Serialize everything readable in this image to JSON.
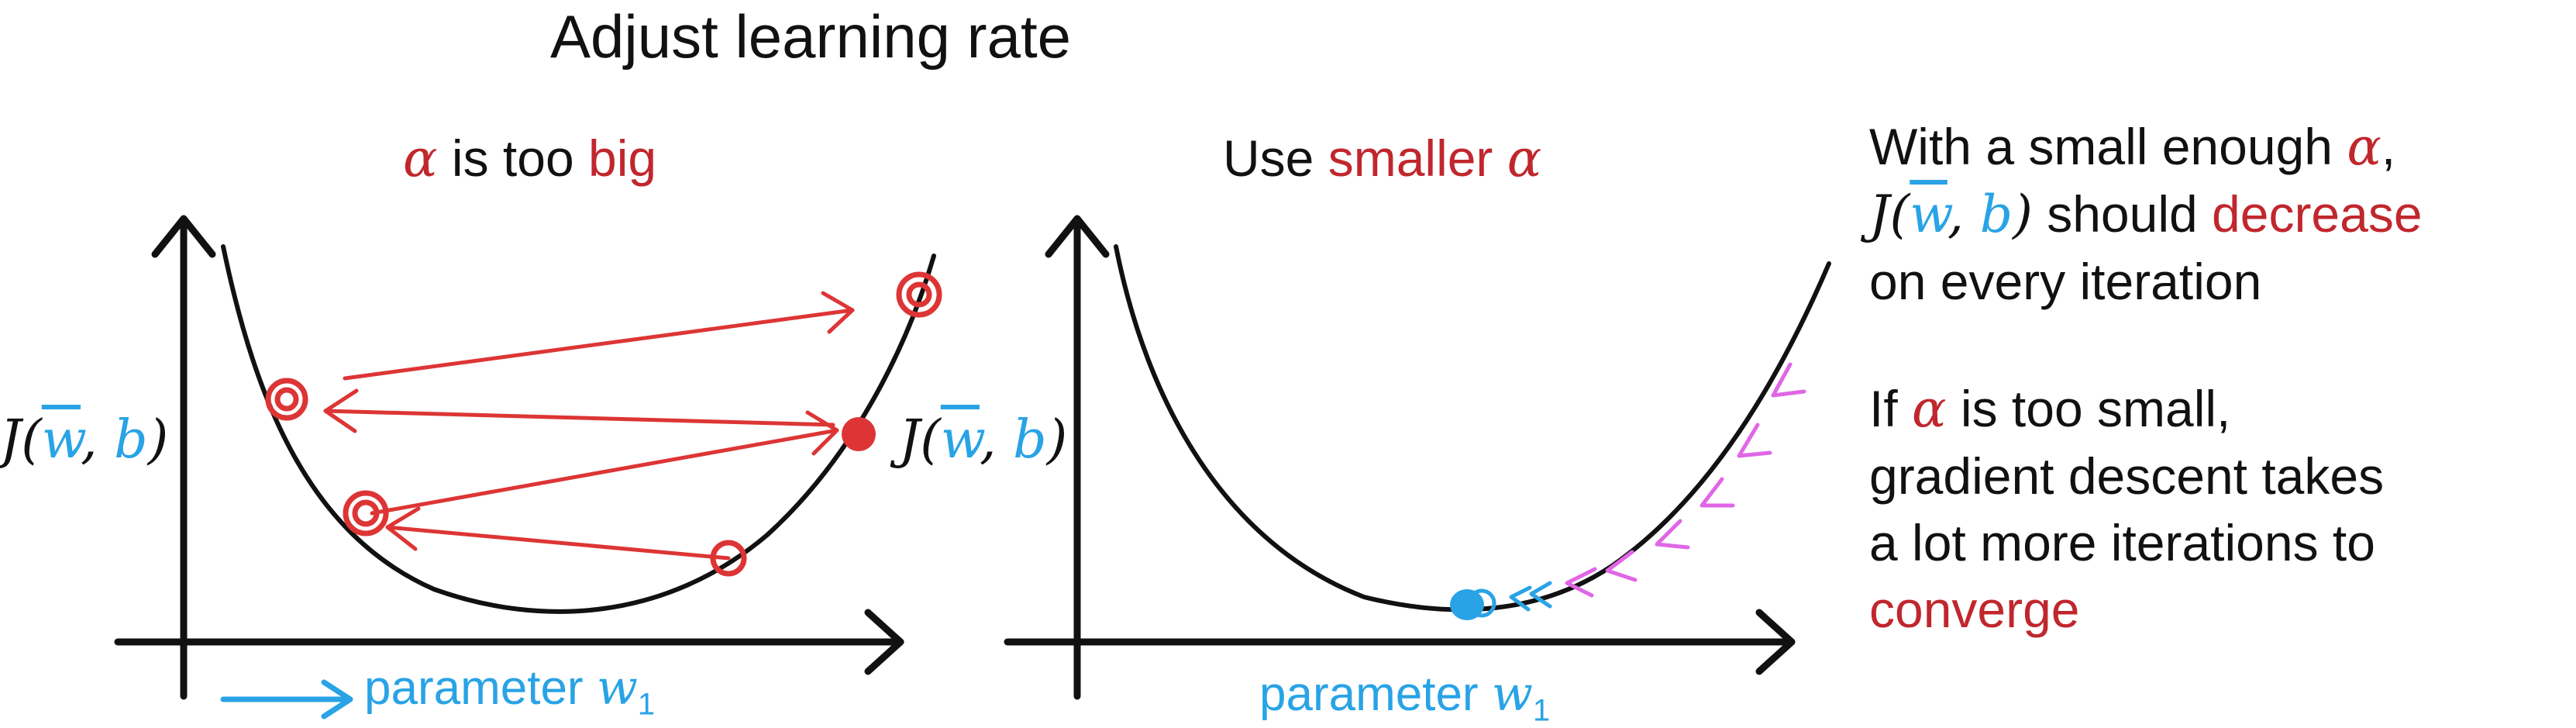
{
  "title": "Adjust learning rate",
  "left_panel": {
    "title_alpha": "α",
    "title_mid": " is too ",
    "title_big": "big",
    "ylabel_J": "J(",
    "ylabel_w": "w",
    "ylabel_comma": ", ",
    "ylabel_b": "b",
    "ylabel_close": ")",
    "xlabel_word": "parameter ",
    "xlabel_var": "w",
    "xlabel_sub": "1"
  },
  "right_panel": {
    "title_use": "Use ",
    "title_smaller": "smaller ",
    "title_alpha": "α",
    "ylabel_J": "J(",
    "ylabel_w": "w",
    "ylabel_comma": ", ",
    "ylabel_b": "b",
    "ylabel_close": ")",
    "xlabel_word": "parameter ",
    "xlabel_var": "w",
    "xlabel_sub": "1"
  },
  "notes": {
    "n1_l1_a": "With a small enough ",
    "n1_l1_alpha": "α",
    "n1_l1_b": ",",
    "n1_l2_J": "J(",
    "n1_l2_w": "w",
    "n1_l2_comma": ", ",
    "n1_l2_b": "b",
    "n1_l2_close": ")",
    "n1_l2_should": " should ",
    "n1_l2_decrease": "decrease",
    "n1_l3": "on every iteration",
    "n2_l1_if": "If ",
    "n2_l1_alpha": "α",
    "n2_l1_rest": " is too small,",
    "n2_l2": "gradient descent takes",
    "n2_l3": "a lot more iterations to",
    "n2_l4": "converge"
  },
  "colors": {
    "red": "#c0272d",
    "marker_red": "#dd3535",
    "blue": "#29a3e6",
    "magenta": "#e066e6",
    "black": "#111111"
  }
}
